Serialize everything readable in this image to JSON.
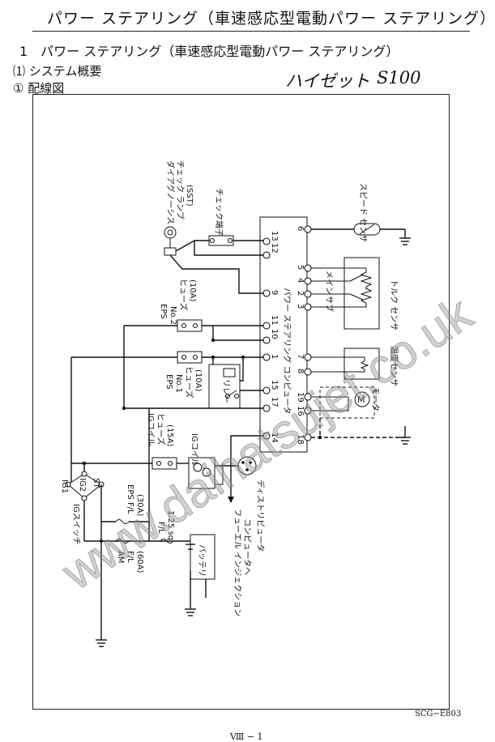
{
  "header": {
    "title": "パワー ステアリング（車速感応型電動パワー ステアリング）",
    "section": "1　パワー ステアリング（車速感応型電動パワー ステアリング）",
    "subsection_a": "⑴ システム概要",
    "subsection_b": "① 配線図",
    "handwritten_model": "ハイゼット",
    "handwritten_code": "S100"
  },
  "diagram": {
    "computer_label": "パワー ステアリング コンピュータ",
    "diag_lamp_label_1": "ダイアグノーシス",
    "diag_lamp_label_2": "チェック ランプ",
    "diag_lamp_label_3": "(SST)",
    "check_terminal": "チェック端子",
    "speed_sensor": "スピード センサ",
    "torque_sensor": "トルク センサ",
    "main_label": "メイン",
    "sub_label": "サブ",
    "temp_sensor": "温度センサ",
    "motor_label": "モータ",
    "motor_symbol": "M",
    "eps2_fuse": [
      "EPS",
      "No.2",
      "ヒューズ",
      "(10A)"
    ],
    "eps1_fuse": [
      "EPS",
      "No.1",
      "ヒューズ",
      "(10A)"
    ],
    "relay": "リレー",
    "ig_coil_fuse": [
      "IGコイル",
      "ヒューズ",
      "(15A)"
    ],
    "ig_coil": "IGコイル",
    "distributor": "ディストリビュータ",
    "fuel_injection": [
      "フューエル インジェクション",
      "コンピュータへ"
    ],
    "ig_switch": "IGスイッチ",
    "ig1": "IG1",
    "ig2": "IG2",
    "st": "ST",
    "eps_fl": [
      "EPS F/L",
      "(30A)"
    ],
    "fl_sq": [
      "F/L",
      "1.25 sq"
    ],
    "am_fl": [
      "AM",
      "F/L",
      "(60A)"
    ],
    "battery": "バッテリ",
    "pins": {
      "p6": "6",
      "p13": "13",
      "p12": "12",
      "p9": "9",
      "p5": "5",
      "p4": "4",
      "p2": "2",
      "p3": "3",
      "p11": "11",
      "p10": "10",
      "p1": "1",
      "p7": "7",
      "p8": "8",
      "p17": "17",
      "p15": "15",
      "p16": "16",
      "p19": "19",
      "p14": "14",
      "p18": "18"
    }
  },
  "watermark": "www.daihatsujet.co.uk",
  "footer": {
    "reference": "SCG−E803",
    "page": "Ⅷ − 1"
  }
}
